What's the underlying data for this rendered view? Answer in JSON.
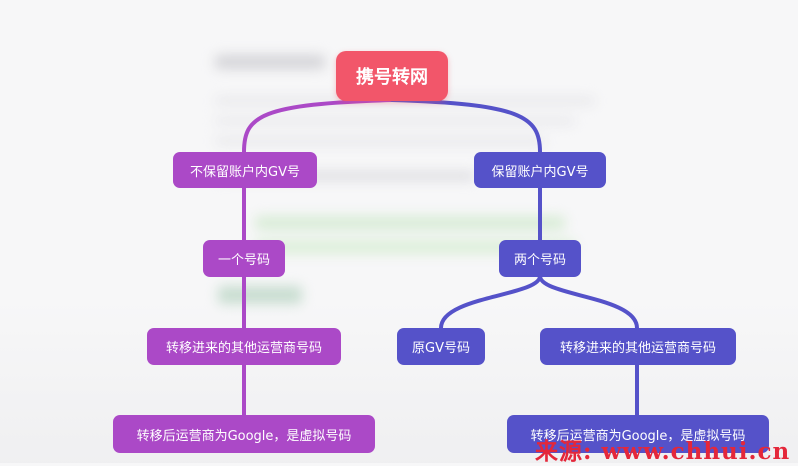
{
  "root": "携号转网",
  "left_branch": {
    "condition": "不保留账户内GV号",
    "count": "一个号码",
    "number": "转移进来的其他运营商号码",
    "result": "转移后运营商为Google，是虚拟号码"
  },
  "right_branch": {
    "condition": "保留账户内GV号",
    "count": "两个号码",
    "number_a": "原GV号码",
    "number_b": "转移进来的其他运营商号码",
    "result": "转移后运营商为Google，是虚拟号码"
  },
  "watermark": "来源: www.chhui.cn",
  "colors": {
    "root": "#f2566a",
    "left_branch": "#ab49c7",
    "right_branch": "#5552c9",
    "watermark": "#e4273a"
  }
}
